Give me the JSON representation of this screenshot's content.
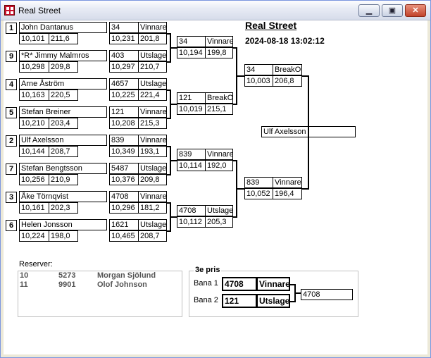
{
  "window": {
    "title": "Real Street"
  },
  "header": {
    "title": "Real Street",
    "datetime": "2024-08-18 13:02:12"
  },
  "first_round": [
    {
      "seed": "1",
      "name": "John Dantanus",
      "time": "10,101",
      "speed": "211,6"
    },
    {
      "seed": "9",
      "name": "*R* Jimmy Malmros",
      "time": "10,298",
      "speed": "209,8"
    },
    {
      "seed": "4",
      "name": "Arne Åström",
      "time": "10,163",
      "speed": "220,5"
    },
    {
      "seed": "5",
      "name": "Stefan Breiner",
      "time": "10,210",
      "speed": "203,4"
    },
    {
      "seed": "2",
      "name": "Ulf Axelsson",
      "time": "10,144",
      "speed": "208,7"
    },
    {
      "seed": "7",
      "name": "Stefan Bengtsson",
      "time": "10,256",
      "speed": "210,9"
    },
    {
      "seed": "3",
      "name": "Åke Törnqvist",
      "time": "10,161",
      "speed": "202,3"
    },
    {
      "seed": "6",
      "name": "Helen Jonsson",
      "time": "10,224",
      "speed": "198,0"
    }
  ],
  "quarter": [
    {
      "num": "34",
      "result": "Vinnare",
      "time": "10,231",
      "speed": "201,8"
    },
    {
      "num": "403",
      "result": "Utslagen",
      "time": "10,297",
      "speed": "210,7"
    },
    {
      "num": "4657",
      "result": "Utslagen",
      "time": "10,225",
      "speed": "221,4"
    },
    {
      "num": "121",
      "result": "Vinnare",
      "time": "10,208",
      "speed": "215,3"
    },
    {
      "num": "839",
      "result": "Vinnare",
      "time": "10,349",
      "speed": "193,1"
    },
    {
      "num": "5487",
      "result": "Utslagen",
      "time": "10,376",
      "speed": "209,8"
    },
    {
      "num": "4708",
      "result": "Vinnare",
      "time": "10,296",
      "speed": "181,2"
    },
    {
      "num": "1621",
      "result": "Utslagen",
      "time": "10,465",
      "speed": "208,7"
    }
  ],
  "semi": [
    {
      "num": "34",
      "result": "Vinnare",
      "time": "10,194",
      "speed": "199,8"
    },
    {
      "num": "121",
      "result": "BreakOut",
      "time": "10,019",
      "speed": "215,1"
    },
    {
      "num": "839",
      "result": "Vinnare",
      "time": "10,114",
      "speed": "192,0"
    },
    {
      "num": "4708",
      "result": "Utslagen",
      "time": "10,112",
      "speed": "205,3"
    }
  ],
  "final": [
    {
      "num": "34",
      "result": "BreakOut",
      "time": "10,003",
      "speed": "206,8"
    },
    {
      "num": "839",
      "result": "Vinnare",
      "time": "10,052",
      "speed": "196,4"
    }
  ],
  "winner": "Ulf Axelsson",
  "reserves": {
    "label": "Reserver:",
    "items": [
      {
        "pos": "10",
        "num": "5273",
        "name": "Morgan Sjölund"
      },
      {
        "pos": "11",
        "num": "9901",
        "name": "Olof Johnson"
      }
    ]
  },
  "third_place": {
    "label": "3e pris",
    "lanes": [
      {
        "label": "Bana 1",
        "num": "4708",
        "result": "Vinnare"
      },
      {
        "label": "Bana 2",
        "num": "121",
        "result": "Utslagen"
      }
    ],
    "winner": "4708"
  }
}
